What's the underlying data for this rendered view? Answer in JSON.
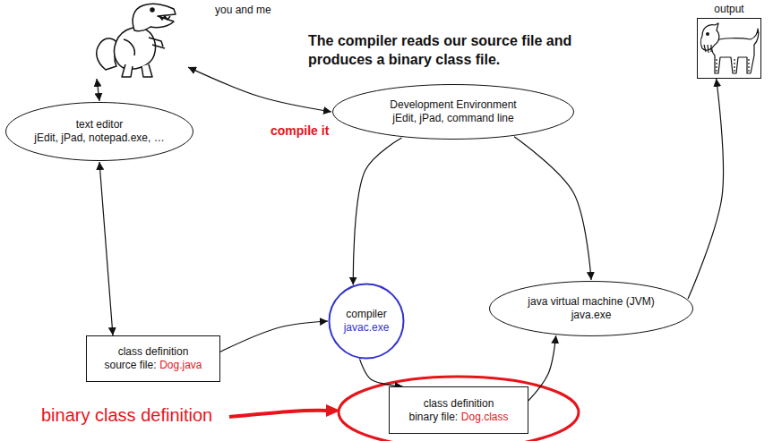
{
  "diagram": {
    "title": "The compiler reads our source file and produces a binary class file.",
    "nodes": [
      {
        "text": [
          "you and me"
        ]
      },
      {
        "text": [
          "output"
        ]
      },
      {
        "text": [
          "Development Environment",
          "jEdit, jPad, command line"
        ]
      },
      {
        "text": [
          "text editor",
          "jEdit, jPad, notepad.exe, …"
        ]
      },
      {
        "text": [
          "compiler",
          "javac.exe"
        ]
      },
      {
        "text": [
          "java virtual machine (JVM)",
          "java.exe"
        ]
      },
      {
        "text": [
          "class definition",
          "source file:",
          "Dog.java"
        ]
      },
      {
        "text": [
          "class definition",
          "binary file:",
          "Dog.class"
        ]
      }
    ],
    "edges": [
      {
        "from": 0,
        "to": 3,
        "arrow": "both"
      },
      {
        "from": 0,
        "to": 2,
        "arrow": "both"
      },
      {
        "from": 3,
        "to": 6,
        "arrow": "both"
      },
      {
        "from": 2,
        "to": 4,
        "arrow": "to",
        "label": "compile it"
      },
      {
        "from": 2,
        "to": 5,
        "arrow": "to"
      },
      {
        "from": 6,
        "to": 4,
        "arrow": "to"
      },
      {
        "from": 4,
        "to": 7,
        "arrow": "to"
      },
      {
        "from": 7,
        "to": 5,
        "arrow": "to"
      },
      {
        "from": 5,
        "to": 1,
        "arrow": "to"
      }
    ],
    "labels": [
      "binary class definition"
    ]
  }
}
